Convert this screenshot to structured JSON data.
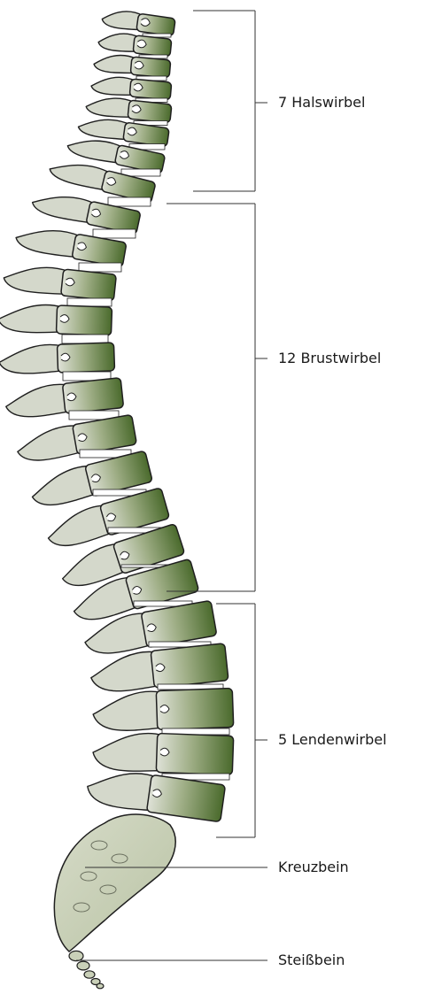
{
  "labels": {
    "cervical": "7 Halswirbel",
    "thoracic": "12 Brustwirbel",
    "lumbar": "5 Lendenwirbel",
    "sacrum": "Kreuzbein",
    "coccyx": "Steißbein"
  },
  "colors": {
    "vertebra_dark": "#4a6a2c",
    "vertebra_light": "#d9ddd1",
    "sacrum_fill": "#c9d0b8",
    "outline": "#1f1f1f",
    "disc": "#ffffff",
    "bracket": "#333333"
  }
}
